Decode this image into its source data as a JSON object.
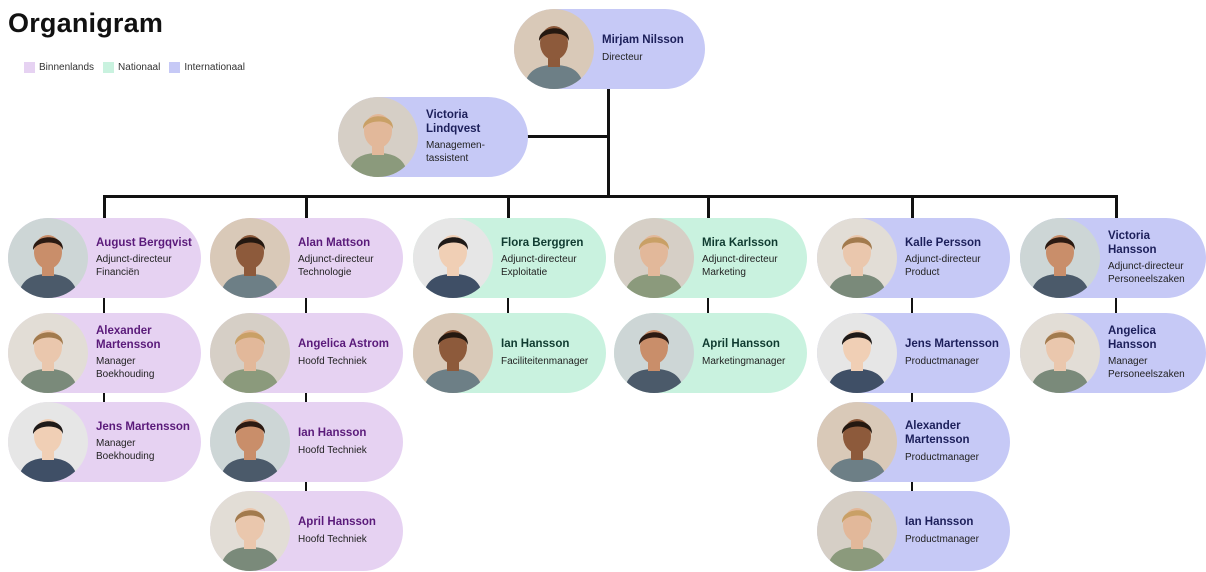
{
  "title": "Organigram",
  "legend": [
    {
      "label": "Binnenlands",
      "color": "#e6d2f2"
    },
    {
      "label": "Nationaal",
      "color": "#c9f2df"
    },
    {
      "label": "Internationaal",
      "color": "#c6c9f6"
    }
  ],
  "nodes": {
    "director": {
      "name": "Mirjam Nilsson",
      "role": "Directeur",
      "category": "Internationaal",
      "photo": "portrait-photo"
    },
    "assistant": {
      "name": "Victoria Lindqvest",
      "role": "Managemen-\ntassistent",
      "category": "Internationaal",
      "photo": "portrait-photo"
    },
    "c1_0": {
      "name": "August Bergqvist",
      "role": "Adjunct-directeur\nFinanciën",
      "category": "Binnenlands",
      "photo": "portrait-photo"
    },
    "c1_1": {
      "name": "Alexander Martensson",
      "role": "Manager\nBoekhouding",
      "category": "Binnenlands",
      "photo": "portrait-photo"
    },
    "c1_2": {
      "name": "Jens Martensson",
      "role": "Manager\nBoekhouding",
      "category": "Binnenlands",
      "photo": "portrait-photo"
    },
    "c2_0": {
      "name": "Alan Mattson",
      "role": "Adjunct-directeur\nTechnologie",
      "category": "Binnenlands",
      "photo": "portrait-photo"
    },
    "c2_1": {
      "name": "Angelica Astrom",
      "role": "Hoofd Techniek",
      "category": "Binnenlands",
      "photo": "portrait-photo"
    },
    "c2_2": {
      "name": "Ian Hansson",
      "role": "Hoofd Techniek",
      "category": "Binnenlands",
      "photo": "portrait-photo"
    },
    "c2_3": {
      "name": "April Hansson",
      "role": "Hoofd Techniek",
      "category": "Binnenlands",
      "photo": "portrait-photo"
    },
    "c3_0": {
      "name": "Flora Berggren",
      "role": "Adjunct-directeur\nExploitatie",
      "category": "Nationaal",
      "photo": "portrait-photo"
    },
    "c3_1": {
      "name": "Ian Hansson",
      "role": "Faciliteitenmanager",
      "category": "Nationaal",
      "photo": "portrait-photo"
    },
    "c4_0": {
      "name": "Mira Karlsson",
      "role": "Adjunct-directeur\nMarketing",
      "category": "Nationaal",
      "photo": "portrait-photo"
    },
    "c4_1": {
      "name": "April Hansson",
      "role": "Marketingmanager",
      "category": "Nationaal",
      "photo": "portrait-photo"
    },
    "c5_0": {
      "name": "Kalle Persson",
      "role": "Adjunct-directeur\nProduct",
      "category": "Internationaal",
      "photo": "portrait-photo"
    },
    "c5_1": {
      "name": "Jens Martensson",
      "role": "Productmanager",
      "category": "Internationaal",
      "photo": "portrait-photo"
    },
    "c5_2": {
      "name": "Alexander Martensson",
      "role": "Productmanager",
      "category": "Internationaal",
      "photo": "portrait-photo"
    },
    "c5_3": {
      "name": "Ian Hansson",
      "role": "Productmanager",
      "category": "Internationaal",
      "photo": "portrait-photo"
    },
    "c6_0": {
      "name": "Victoria Hansson",
      "role": "Adjunct-directeur\nPersoneelszaken",
      "category": "Internationaal",
      "photo": "portrait-photo"
    },
    "c6_1": {
      "name": "Angelica Hansson",
      "role": "Manager\nPersoneelszaken",
      "category": "Internationaal",
      "photo": "portrait-photo"
    }
  }
}
